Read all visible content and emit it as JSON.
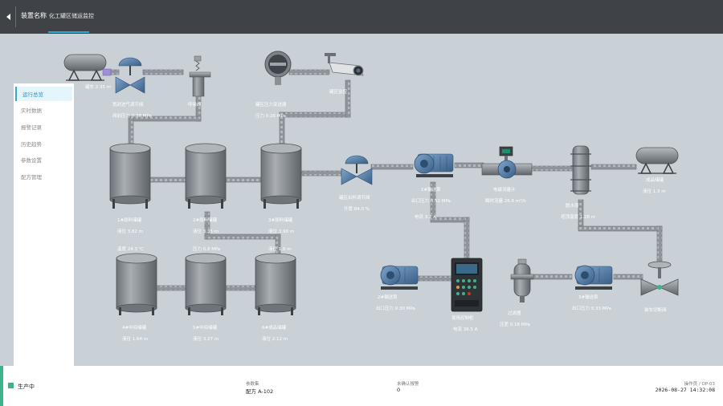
{
  "header": {
    "device_label": "装置名称",
    "device_value": "化工罐区储运监控"
  },
  "sidebar": {
    "items": [
      {
        "label": "运行总览"
      },
      {
        "label": "实时数据"
      },
      {
        "label": "报警记录"
      },
      {
        "label": "历史趋势"
      },
      {
        "label": "参数设置"
      },
      {
        "label": "配方管理"
      }
    ]
  },
  "labels": {
    "tanker": "罐车 2.35 m",
    "inlet_valve_name": "氮封进气调节阀",
    "inlet_valve_val": "阀前压力 0.38 MPa",
    "breather_name": "呼吸阀",
    "meter_name": "罐区压力变送器",
    "meter_val": "压力 0.26 MPa",
    "camera_name": "罐区监控",
    "valve2_name": "罐区出料调节阀",
    "valve2_val": "开度 84.0 %",
    "pump1_name": "1#输送泵",
    "pump1_val": "出口压力 0.52 MPa",
    "pump1_val2": "电流 3.2 A",
    "flowmeter_name": "电磁流量计",
    "flowmeter_val": "瞬时流量 26.8 m³/h",
    "column_name": "脱水塔",
    "column_val": "塔顶温度 1.28 m",
    "tank_right_name": "成品储罐",
    "tank_right_val": "液位 1.3 m",
    "tank1_name": "1#原料储罐",
    "tank1_val": "液位 3.82 m",
    "tank2_name": "2#原料储罐",
    "tank2_val": "液位 3.35 m",
    "tank3_name": "3#原料储罐",
    "tank3_val": "液位 3.98 m",
    "mid1": "温度 24.3 ℃",
    "mid2": "压力 0.8 MPa",
    "mid3": "液位 1.8 m",
    "tank4_name": "4#中间储罐",
    "tank4_val": "液位 1.64 m",
    "tank5_name": "5#中间储罐",
    "tank5_val": "液位 3.27 m",
    "tank6_name": "6#成品储罐",
    "tank6_val": "液位 2.12 m",
    "pump2_name": "2#输送泵",
    "pump2_val": "出口压力 0.30 MPa",
    "panel_name": "现场控制柜",
    "panel_val": "电流 36.5 A",
    "filter_name": "过滤器",
    "filter_val": "压差 0.18 MPa",
    "pump3_name": "3#输送泵",
    "pump3_val": "出口压力 0.33 MPa",
    "gate_valve_name": "装车切断阀"
  },
  "footer": {
    "status": "生产中",
    "recipe_label": "参数集",
    "recipe_value": "配方 A-102",
    "alarm_label": "未确认报警",
    "alarm_value": "0",
    "operator": "操作员 / OP-03",
    "datetime": "2026-08-27 14:32:08"
  },
  "colors": {
    "accent": "#2fa8d6",
    "run": "#3db487",
    "pipe": "#8f959b",
    "tank": "#8b9095"
  }
}
